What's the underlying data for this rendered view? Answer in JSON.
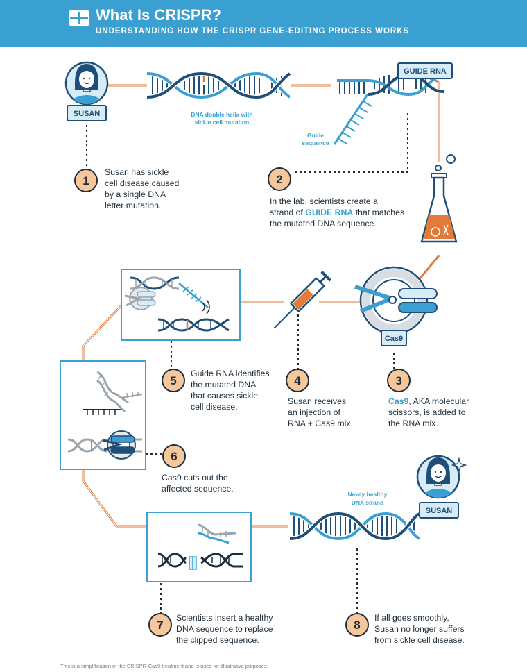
{
  "header": {
    "title": "What Is CRISPR?",
    "subtitle": "UNDERSTANDING HOW THE CRISPR GENE-EDITING PROCESS WORKS"
  },
  "labels": {
    "susan_top": "SUSAN",
    "susan_bottom": "SUSAN",
    "guide_rna_tag": "GUIDE RNA",
    "cas9_tag": "Cas9",
    "dna_mutation_line1": "DNA double helix with",
    "dna_mutation_line2": "sickle cell mutation",
    "guide_seq_line1": "Guide",
    "guide_seq_line2": "sequence",
    "healthy_line1": "Newly healthy",
    "healthy_line2": "DNA strand"
  },
  "steps": [
    {
      "number": "1",
      "lines": [
        "Susan has sickle",
        "cell disease caused",
        "by a single DNA",
        "letter mutation."
      ]
    },
    {
      "number": "2",
      "line1_pre": "In the lab, scientists create a",
      "line2_pre": "strand of ",
      "line2_highlight": "GUIDE RNA",
      "line2_post": " that matches",
      "line3": "the mutated DNA sequence."
    },
    {
      "number": "3",
      "line1_highlight": "Cas9",
      "line1_post": ", AKA molecular",
      "line2": "scissors, is added to",
      "line3": "the RNA mix."
    },
    {
      "number": "4",
      "lines": [
        "Susan receives",
        "an injection of",
        "RNA + Cas9 mix."
      ]
    },
    {
      "number": "5",
      "lines": [
        "Guide RNA identifies",
        "the mutated DNA",
        "that causes sickle",
        "cell disease."
      ]
    },
    {
      "number": "6",
      "lines": [
        "Cas9 cuts out the",
        "affected sequence."
      ]
    },
    {
      "number": "7",
      "lines": [
        "Scientists insert a healthy",
        "DNA sequence to replace",
        "the clipped sequence."
      ]
    },
    {
      "number": "8",
      "lines": [
        "If all goes smoothly,",
        "Susan no longer suffers",
        "from sickle cell disease."
      ]
    }
  ],
  "footnote": "This is a simplification of the CRISPR-Cas9 treatment and is used for illustrative purposes.",
  "colors": {
    "blue": "#3aa0d2",
    "navy": "#1f4e79",
    "orange": "#e07b39",
    "step_fill": "#f6c79a",
    "gray": "#9aa4ad"
  }
}
